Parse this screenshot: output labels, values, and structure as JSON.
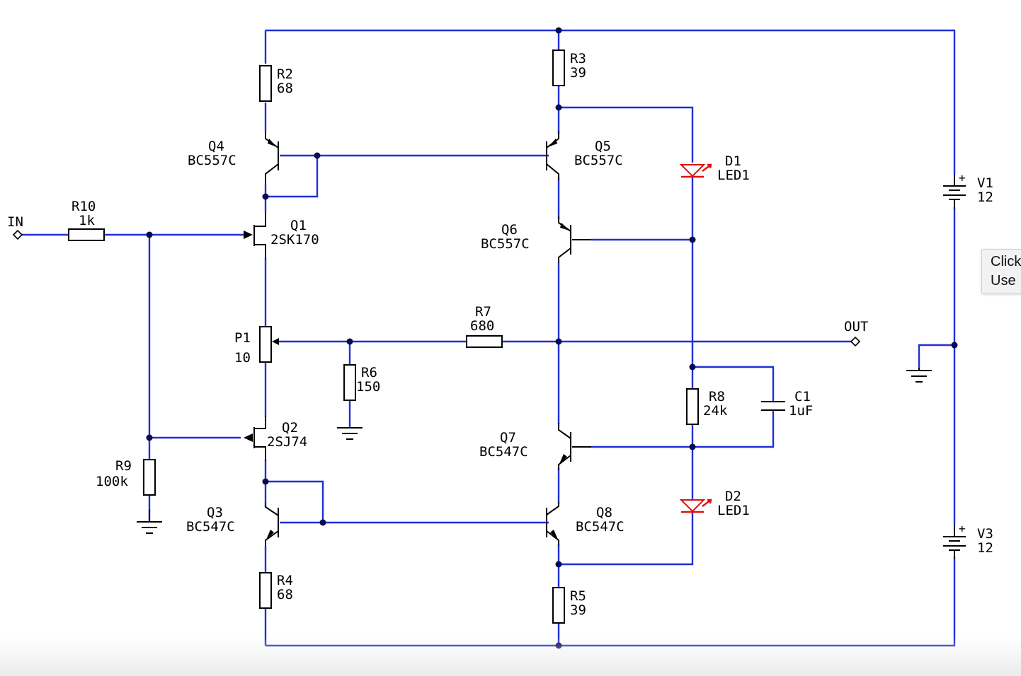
{
  "terminals": {
    "in": "IN",
    "out": "OUT"
  },
  "components": {
    "R2": {
      "ref": "R2",
      "value": "68"
    },
    "R3": {
      "ref": "R3",
      "value": "39"
    },
    "R4": {
      "ref": "R4",
      "value": "68"
    },
    "R5": {
      "ref": "R5",
      "value": "39"
    },
    "R6": {
      "ref": "R6",
      "value": "150"
    },
    "R7": {
      "ref": "R7",
      "value": "680"
    },
    "R8": {
      "ref": "R8",
      "value": "24k"
    },
    "R9": {
      "ref": "R9",
      "value": "100k"
    },
    "R10": {
      "ref": "R10",
      "value": "1k"
    },
    "P1": {
      "ref": "P1",
      "value": "10"
    },
    "C1": {
      "ref": "C1",
      "value": "1uF"
    },
    "Q1": {
      "ref": "Q1",
      "value": "2SK170"
    },
    "Q2": {
      "ref": "Q2",
      "value": "2SJ74"
    },
    "Q3": {
      "ref": "Q3",
      "value": "BC547C"
    },
    "Q4": {
      "ref": "Q4",
      "value": "BC557C"
    },
    "Q5": {
      "ref": "Q5",
      "value": "BC557C"
    },
    "Q6": {
      "ref": "Q6",
      "value": "BC557C"
    },
    "Q7": {
      "ref": "Q7",
      "value": "BC547C"
    },
    "Q8": {
      "ref": "Q8",
      "value": "BC547C"
    },
    "D1": {
      "ref": "D1",
      "value": "LED1"
    },
    "D2": {
      "ref": "D2",
      "value": "LED1"
    },
    "V1": {
      "ref": "V1",
      "value": "12",
      "polarity": "+"
    },
    "V3": {
      "ref": "V3",
      "value": "12",
      "polarity": "+"
    }
  },
  "tooltip": {
    "line1": "Click",
    "line2": "Use"
  },
  "colors": {
    "wire": "#1f2fd6",
    "component": "#000000",
    "led": "#e01010",
    "junction": "#0a0a50"
  }
}
